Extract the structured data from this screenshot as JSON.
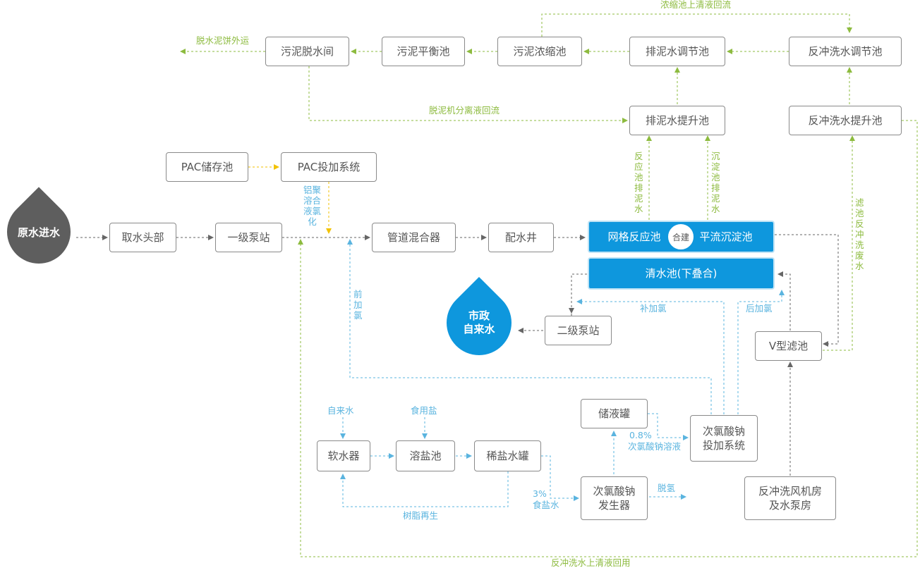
{
  "nodes": {
    "raw_water": "原水进水",
    "intake": "取水头部",
    "pump1": "一级泵站",
    "mixer": "管道混合器",
    "well": "配水井",
    "reaction": "网格反应池",
    "combined": "合建",
    "sedimentation": "平流沉淀池",
    "clear_tank": "清水池(下叠合)",
    "pump2": "二级泵站",
    "municipal": "市政\n自来水",
    "v_filter": "V型滤池",
    "pac_storage": "PAC储存池",
    "pac_dosing": "PAC投加系统",
    "sludge_dewater": "污泥脱水间",
    "sludge_balance": "污泥平衡池",
    "sludge_thicken": "污泥浓缩池",
    "drain_regulate": "排泥水调节池",
    "backwash_regulate": "反冲洗水调节池",
    "drain_lift": "排泥水提升池",
    "backwash_lift": "反冲洗水提升池",
    "softener": "软水器",
    "salt_dissolve": "溶盐池",
    "brine_tank": "稀盐水罐",
    "storage_tank": "储液罐",
    "naclo_dosing": "次氯酸钠\n投加系统",
    "naclo_generator": "次氯酸钠\n发生器",
    "blower_room": "反冲洗风机房\n及水泵房"
  },
  "labels": {
    "concentrate_return": "浓缩池上清液回流",
    "cake_out": "脱水泥饼外运",
    "dewater_return": "脱泥机分离液回流",
    "aluminum": "铝聚\n溶合\n液氯\n化",
    "reaction_drain": "反\n应\n池\n排\n泥\n水",
    "sediment_drain": "沉\n淀\n池\n排\n泥\n水",
    "filter_waste": "滤\n池\n反\n冲\n洗\n废\n水",
    "pre_chlorine": "前\n加\n氯",
    "make_up_chlorine": "补加氯",
    "post_chlorine": "后加氯",
    "tap_water": "自来水",
    "edible_salt": "食用盐",
    "resin_regen": "树脂再生",
    "salt_water": "3%\n食盐水",
    "naclo_solution_pct": "0.8%",
    "naclo_solution": "次氯酸钠溶液",
    "dehydrogen": "脱氢",
    "backwash_return": "反冲洗水上清液回用"
  },
  "colors": {
    "node_border": "#8a8a8a",
    "node_text": "#555555",
    "highlight_fill": "#0e97dd",
    "raw_drop": "#5e5e5e",
    "municipal_drop": "#0e97dd",
    "sludge_line": "#8dbb3f",
    "chlorine_line": "#5ab4df",
    "pac_line": "#f2c200",
    "main_line": "#666666"
  }
}
